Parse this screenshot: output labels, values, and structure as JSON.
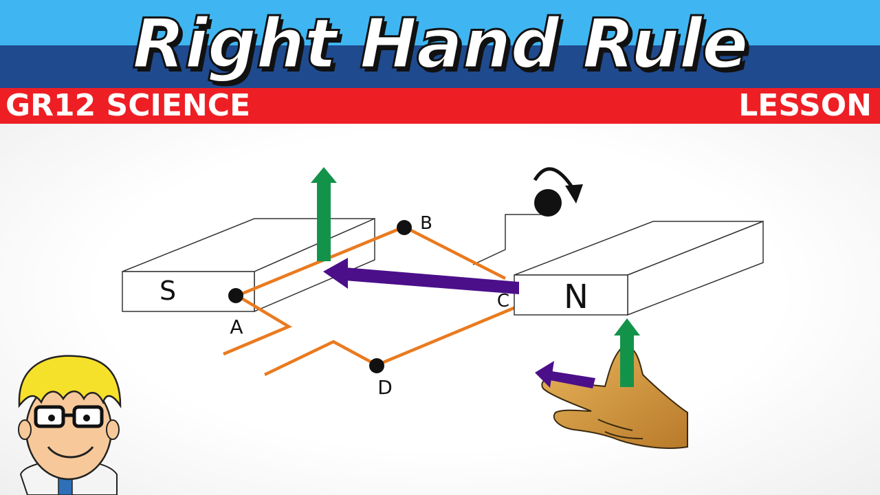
{
  "header": {
    "title": "Right Hand Rule",
    "left_tag": "GR12 SCIENCE",
    "right_tag": "LESSON"
  },
  "diagram": {
    "magnet_south_label": "S",
    "magnet_north_label": "N",
    "point_a": "A",
    "point_b": "B",
    "point_c": "C",
    "point_d": "D"
  },
  "colors": {
    "sky": "#3fb6f2",
    "navy": "#1f4a8e",
    "red": "#ee1f24",
    "wire": "#ea7a1f",
    "force_arrow": "#13934a",
    "field_arrow": "#4b0f8a",
    "skin": "#d69a3c"
  }
}
